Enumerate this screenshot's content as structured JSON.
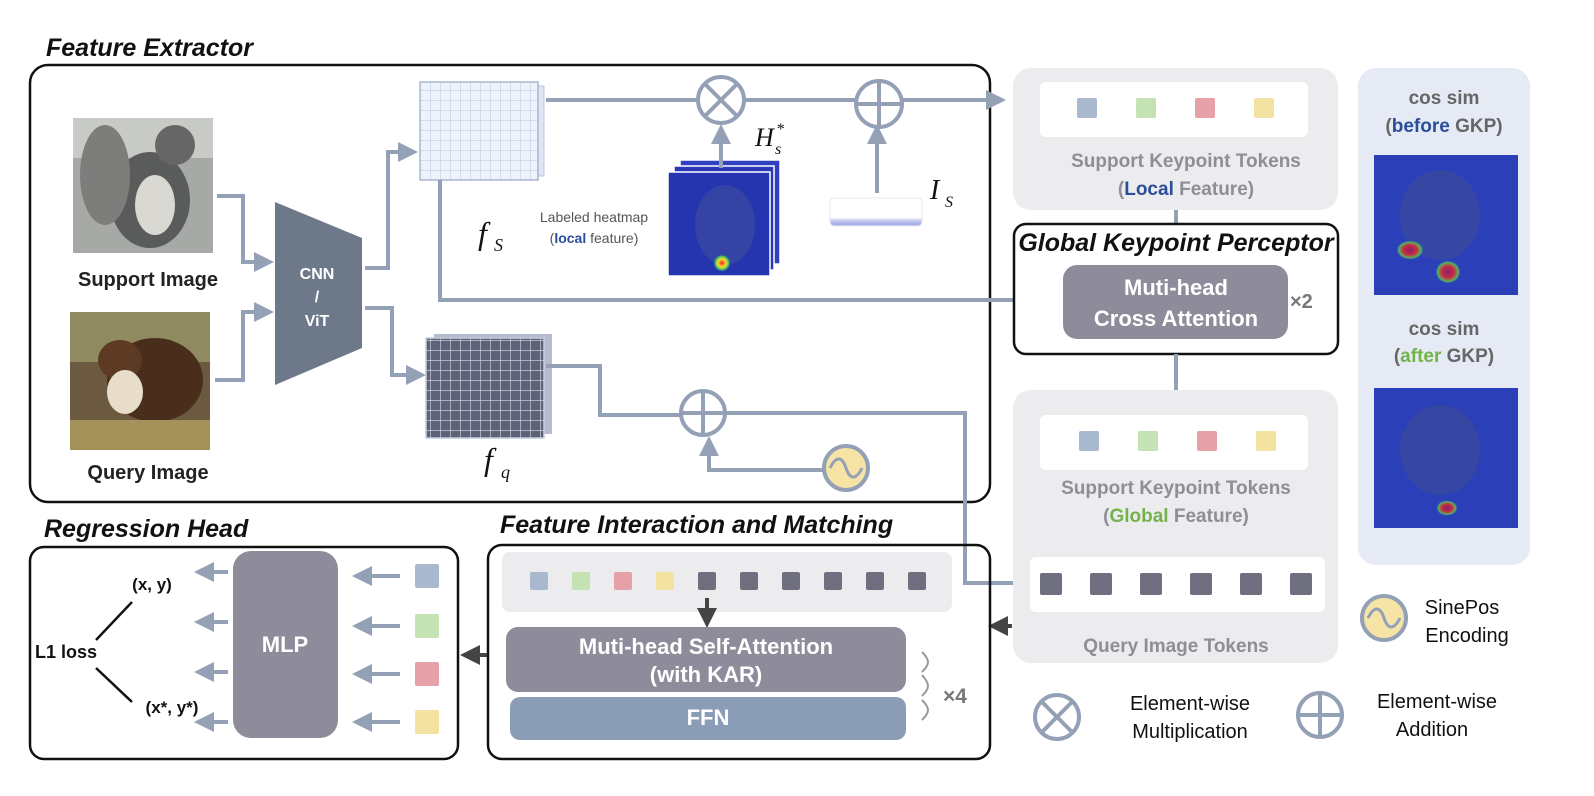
{
  "titles": {
    "feature_extractor": "Feature Extractor",
    "regression_head": "Regression Head",
    "feature_interaction": "Feature Interaction and Matching",
    "gkp": "Global Keypoint Perceptor"
  },
  "extractor": {
    "support_image": "Support Image",
    "query_image": "Query Image",
    "backbone": [
      "CNN",
      "/",
      "ViT"
    ],
    "f_s": "f",
    "f_s_sub": "S",
    "f_q": "f",
    "f_q_sub": "q",
    "heatmap_caption_1": "Labeled heatmap",
    "heatmap_caption_2_pre": "(",
    "heatmap_caption_2_hl": "local",
    "heatmap_caption_2_post": " feature)",
    "h_s": "H",
    "h_s_sub": "s",
    "h_s_sup": "*",
    "i_s": "I",
    "i_s_sub": "S"
  },
  "support_tokens_local": {
    "line1": "Support Keypoint Tokens",
    "line2_pre": "(",
    "line2_hl": "Local",
    "line2_post": " Feature)"
  },
  "gkp": {
    "block_line1": "Muti-head",
    "block_line2": "Cross Attention",
    "repeat": "×2"
  },
  "support_tokens_global": {
    "line1": "Support Keypoint Tokens",
    "line2_pre": "(",
    "line2_hl": "Global",
    "line2_post": " Feature)"
  },
  "query_tokens": {
    "label": "Query Image Tokens"
  },
  "cos_sim": {
    "before_title": "cos sim",
    "before_pre": "(",
    "before_hl": "before",
    "before_post": " GKP)",
    "after_title": "cos sim",
    "after_pre": "(",
    "after_hl": "after",
    "after_post": " GKP)"
  },
  "interaction": {
    "self_attn_1": "Muti-head Self-Attention",
    "self_attn_2": "(with KAR)",
    "ffn": "FFN",
    "repeat": "×4"
  },
  "regression": {
    "mlp": "MLP",
    "xy": "(x, y)",
    "xy_star": "(x*, y*)",
    "loss": "L1 loss"
  },
  "legend": {
    "sinepos_1": "SinePos",
    "sinepos_2": "Encoding",
    "mult_1": "Element-wise",
    "mult_2": "Multiplication",
    "add_1": "Element-wise",
    "add_2": "Addition"
  },
  "colors": {
    "token_blue": "#a9b9cf",
    "token_green": "#c5e2b4",
    "token_red": "#e6a0a8",
    "token_yellow": "#f4e2a0",
    "token_dark": "#6f6f80",
    "arrow": "#93a0b6",
    "local_blue": "#2a4f9a",
    "global_green": "#74b34a"
  }
}
